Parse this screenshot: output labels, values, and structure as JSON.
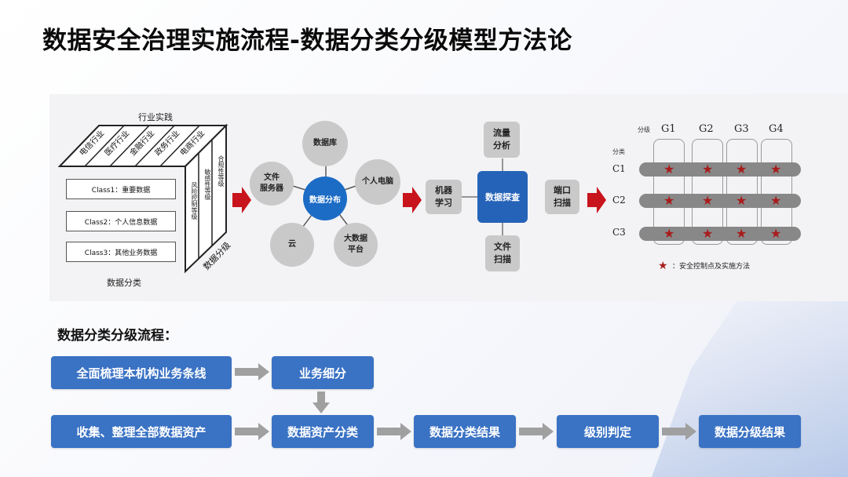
{
  "title": "数据安全治理实施流程-数据分类分级模型方法论",
  "model": {
    "practice_label": "行业实践",
    "industries": [
      "电信行业",
      "医疗行业",
      "金融行业",
      "政务行业",
      "电商行业"
    ],
    "side_levels": [
      "合规性等级",
      "敏感性等级",
      "风险控制等级"
    ],
    "classes": [
      "Class1：重要数据",
      "Class2：个人信息数据",
      "Class3：其他业务数据"
    ],
    "bottom_label": "数据分类",
    "side_label": "数据分级"
  },
  "distribution": {
    "center": "数据分布",
    "nodes": [
      "数据库",
      "个人电脑",
      "大数据\n平台",
      "云",
      "文件\n服务器"
    ]
  },
  "discovery": {
    "ml": "机器\n学习",
    "center": "数据探查",
    "top": "流量\n分析",
    "right": "端口\n扫描",
    "bottom": "文件\n扫描"
  },
  "grid": {
    "grade_label": "分级",
    "class_label": "分类",
    "columns": [
      "G1",
      "G2",
      "G3",
      "G4"
    ],
    "rows": [
      "C1",
      "C2",
      "C3"
    ],
    "legend": "：安全控制点及实施方法",
    "colors": {
      "star": "#a81c1c",
      "bar": "#888888"
    }
  },
  "process": {
    "title": "数据分类分级流程：",
    "steps": {
      "s1": "全面梳理本机构业务条线",
      "s2": "业务细分",
      "s3": "收集、整理全部数据资产",
      "s4": "数据资产分类",
      "s5": "数据分类结果",
      "s6": "级别判定",
      "s7": "数据分级结果"
    },
    "colors": {
      "box": "#3a72c4",
      "arrow": "#a0a0a0"
    }
  }
}
